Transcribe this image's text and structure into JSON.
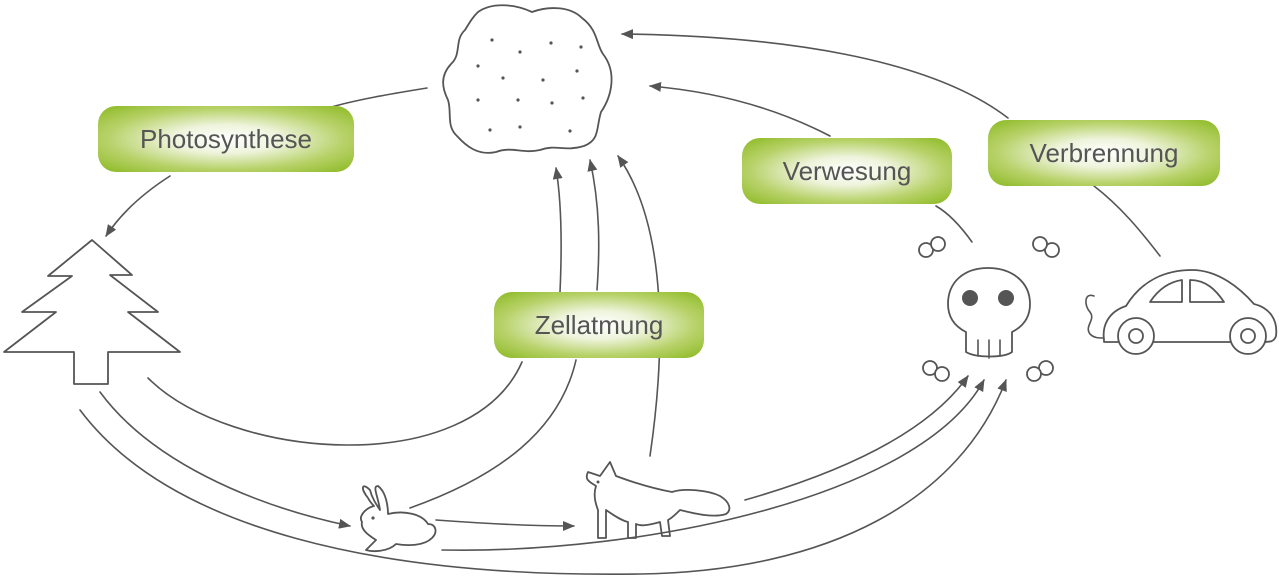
{
  "labels": {
    "photosynthese": "Photosynthese",
    "zellatmung": "Zellatmung",
    "verwesung": "Verwesung",
    "verbrennung": "Verbrennung"
  },
  "icons": [
    "co2-cloud-icon",
    "tree-icon",
    "rabbit-icon",
    "fox-icon",
    "skull-crossbones-icon",
    "car-icon"
  ],
  "colors": {
    "label_green": "#8ab820",
    "line_gray": "#555555"
  }
}
